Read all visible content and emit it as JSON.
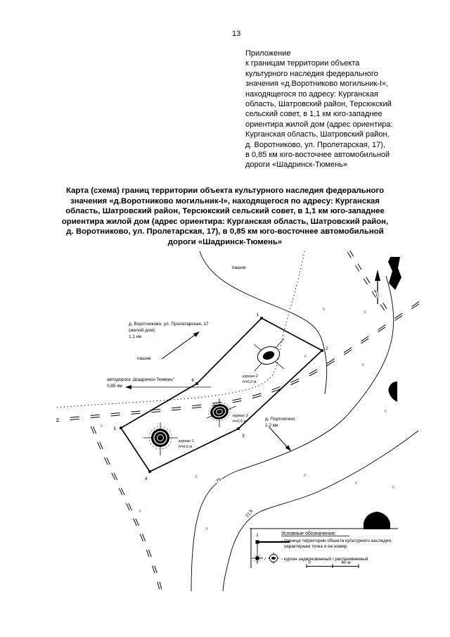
{
  "page": {
    "number": "13"
  },
  "appendix": {
    "lines": [
      "Приложение",
      "к границам территории объекта",
      "культурного наследия федерального",
      "значения «д.Воротниково могильник-I»,",
      "находящегося по адресу: Курганская",
      "область, Шатровский район, Терсюкский",
      "сельский совет, в 1,1 км юго-западнее",
      "ориентира жилой дом (адрес ориентира:",
      "Курганская область, Шатровский район,",
      "д. Воротниково, ул. Пролетарская, 17),",
      "в 0,85 км юго-восточнее автомобильной",
      "дороги «Шадринск-Тюмень»"
    ]
  },
  "map_title": {
    "lines": [
      "Карта (схема) границ территории объекта культурного наследия федерального",
      "значения «д.Воротниково могильник-I», находящегося по адресу: Курганская",
      "область, Шатровский район, Терсюкский сельский совет, в 1,1 км юго-западнее",
      "ориентира жилой дом (адрес ориентира: Курганская область, Шатровский район,",
      "д. Воротниково, ул. Пролетарская, 17), в 0,85 км юго-восточнее автомобильной",
      "дороги «Шадринск-Тюмень»"
    ]
  },
  "map": {
    "north_label": "С",
    "field_label_top": "пашня",
    "field_label_left": "пашня",
    "field_mark": "II",
    "orientir": {
      "line1": "д. Воротниково, ул. Пролетарская, 17",
      "line2": "(жилой дом)",
      "line3": "1,1 км"
    },
    "road": {
      "line1": "автодорога „Шадринск-Тюмень“",
      "line2": "0,85 км"
    },
    "portnyagino": {
      "line1": "д. Портнягино",
      "line2": "1,2 км"
    },
    "contour_labels": {
      "h75": "75",
      "h72_5": "72,5"
    },
    "vertices": [
      "1",
      "2",
      "3",
      "4",
      "5",
      "6"
    ],
    "kurgans": [
      {
        "label": "курган 1",
        "height": "h=0,6 м"
      },
      {
        "label": "курган 2",
        "height": "h=0,2 м"
      },
      {
        "label": "курган 3",
        "height": "h=0,5 м"
      }
    ]
  },
  "legend": {
    "title": "Условные обозначения:",
    "boundary_symbol_number": "1",
    "boundary_line1": "- граница территории объекта культурного наследия,",
    "boundary_line2": "характерная точка и ее номер",
    "kurgan_separator": "/",
    "kurgan_text": "- курган задернованный / распахиваемый",
    "scale_zero": "0",
    "scale_max": "40 м"
  }
}
